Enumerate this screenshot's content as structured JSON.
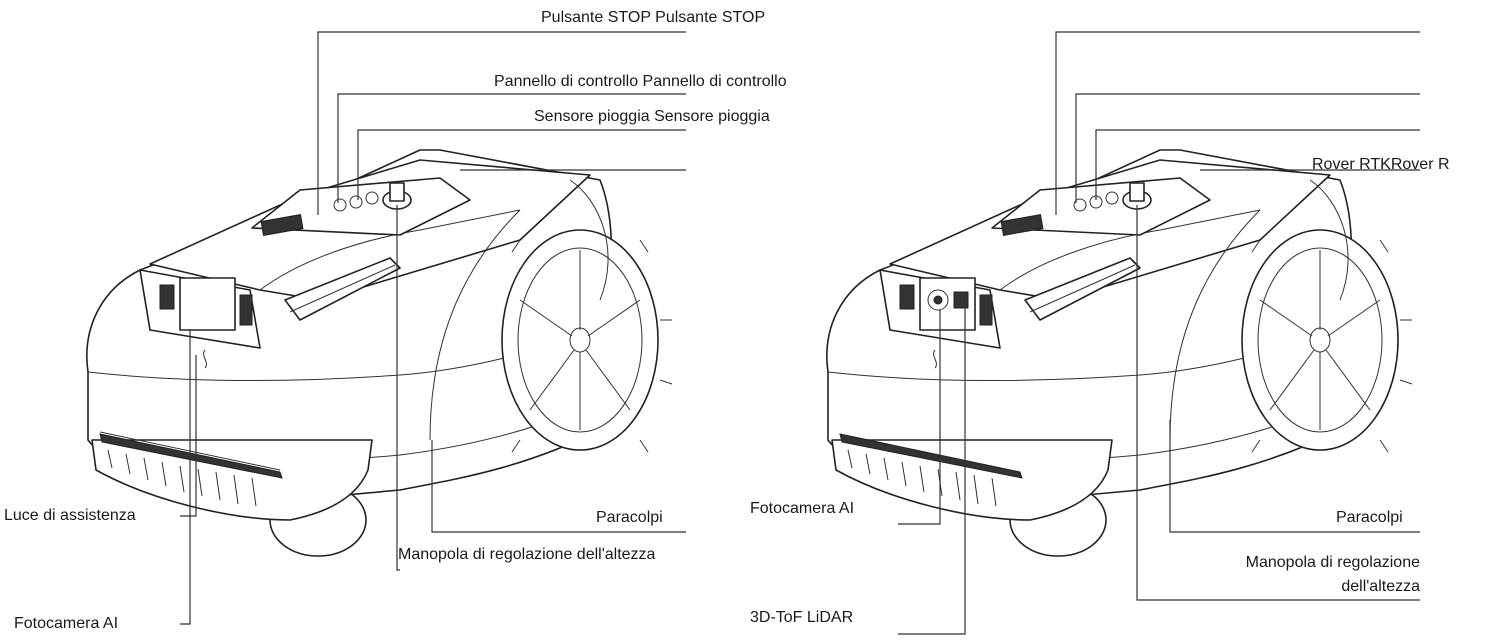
{
  "left": {
    "labels": {
      "stop_button": "Pulsante STOP Pulsante STOP",
      "control_panel": "Pannello di controllo Pannello di controllo",
      "rain_sensor": "Sensore pioggia Sensore pioggia",
      "assist_light": "Luce di assistenza",
      "ai_camera": "Fotocamera AI",
      "bumper": "Paracolpi",
      "height_knob": "Manopola di regolazione dell'altezza"
    }
  },
  "right": {
    "labels": {
      "rtk_rover": "Rover RTKRover R",
      "ai_camera": "Fotocamera AI",
      "lidar": "3D-ToF LiDAR",
      "bumper": "Paracolpi",
      "height_knob_line1": "Manopola di regolazione",
      "height_knob_line2": "dell'altezza"
    }
  },
  "icons": {
    "left_mower": "robotic-mower-icon",
    "right_mower": "robotic-mower-lidar-icon"
  }
}
